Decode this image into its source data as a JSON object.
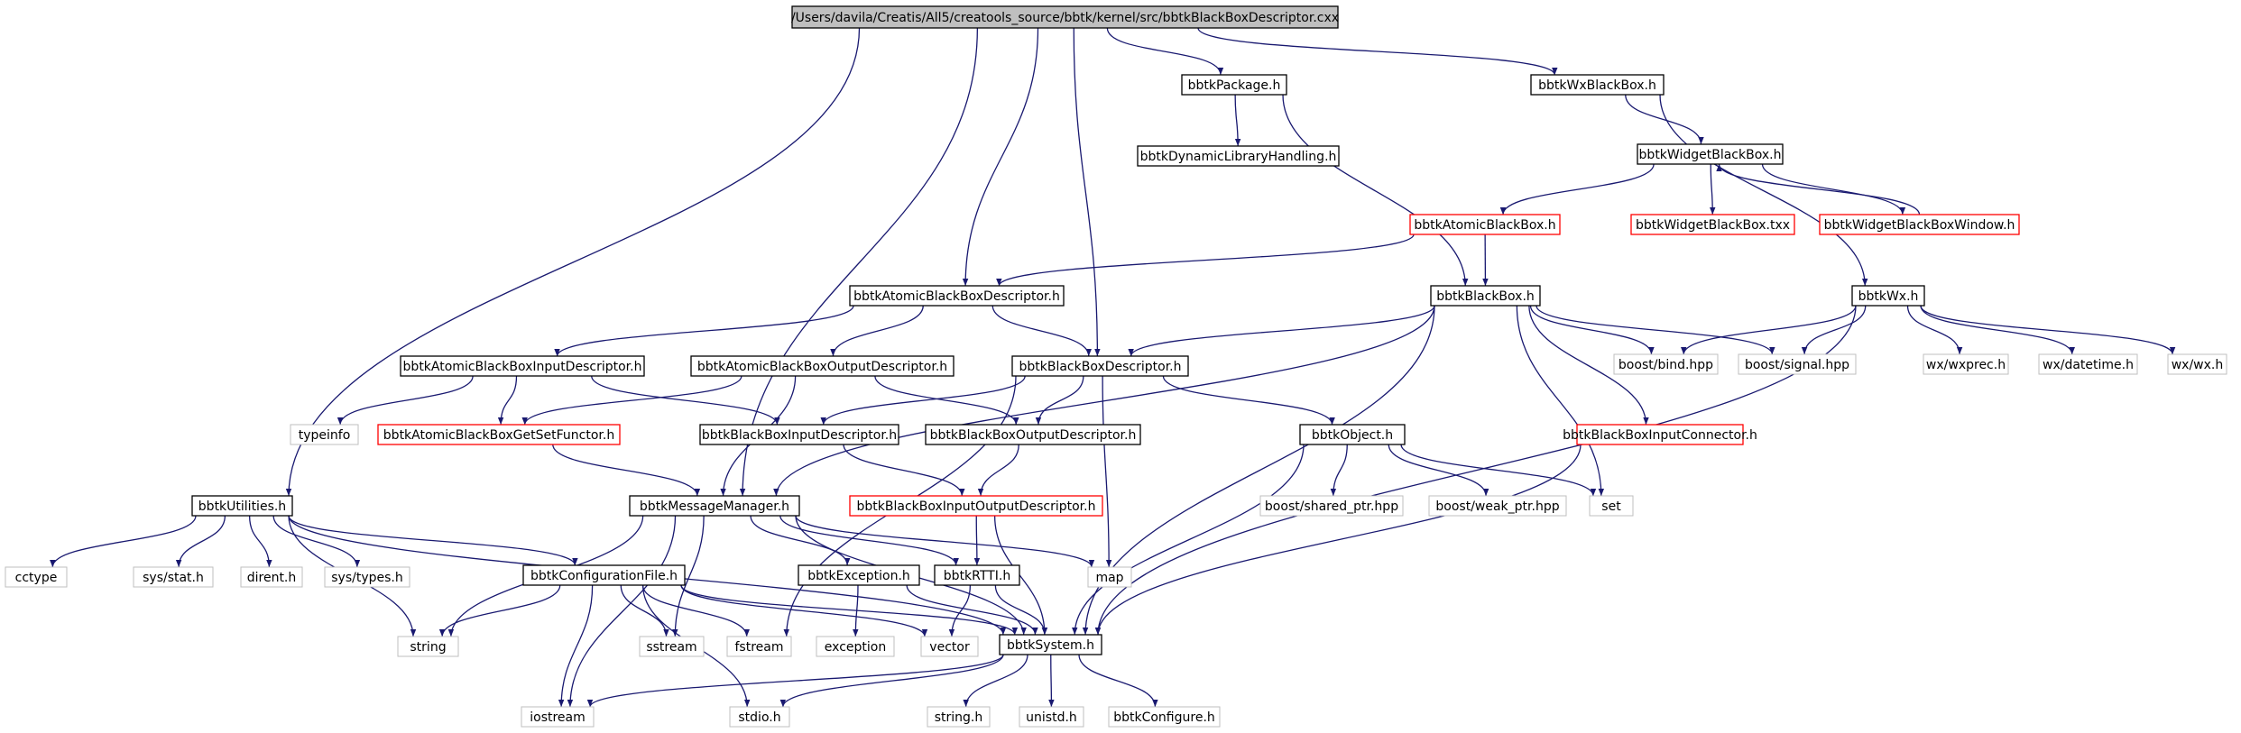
{
  "colors": {
    "edge": "#191970",
    "normal_border": "#000000",
    "red_border": "#ff0000",
    "external_border": "#bfbfbf",
    "root_fill": "#bfbfbf",
    "text": "#000000",
    "external_text": "#000000"
  },
  "nodes": [
    {
      "id": "root",
      "label": "/Users/davila/Creatis/All5/creatools_source/bbtk/kernel/src/bbtkBlackBoxDescriptor.cxx",
      "style": "root"
    },
    {
      "id": "pkg",
      "label": "bbtkPackage.h",
      "style": "normal"
    },
    {
      "id": "wxbb",
      "label": "bbtkWxBlackBox.h",
      "style": "normal"
    },
    {
      "id": "dlh",
      "label": "bbtkDynamicLibraryHandling.h",
      "style": "normal"
    },
    {
      "id": "wbb",
      "label": "bbtkWidgetBlackBox.h",
      "style": "normal"
    },
    {
      "id": "abb",
      "label": "bbtkAtomicBlackBox.h",
      "style": "red"
    },
    {
      "id": "wbbtxx",
      "label": "bbtkWidgetBlackBox.txx",
      "style": "red"
    },
    {
      "id": "wbbw",
      "label": "bbtkWidgetBlackBoxWindow.h",
      "style": "red"
    },
    {
      "id": "abbd",
      "label": "bbtkAtomicBlackBoxDescriptor.h",
      "style": "normal"
    },
    {
      "id": "bb",
      "label": "bbtkBlackBox.h",
      "style": "normal"
    },
    {
      "id": "wx",
      "label": "bbtkWx.h",
      "style": "normal"
    },
    {
      "id": "abbid",
      "label": "bbtkAtomicBlackBoxInputDescriptor.h",
      "style": "normal"
    },
    {
      "id": "abbod",
      "label": "bbtkAtomicBlackBoxOutputDescriptor.h",
      "style": "normal"
    },
    {
      "id": "bbd",
      "label": "bbtkBlackBoxDescriptor.h",
      "style": "normal"
    },
    {
      "id": "bind",
      "label": "boost/bind.hpp",
      "style": "external"
    },
    {
      "id": "signal",
      "label": "boost/signal.hpp",
      "style": "external"
    },
    {
      "id": "wxprec",
      "label": "wx/wxprec.h",
      "style": "external"
    },
    {
      "id": "datetime",
      "label": "wx/datetime.h",
      "style": "external"
    },
    {
      "id": "wxh",
      "label": "wx/wx.h",
      "style": "external"
    },
    {
      "id": "typeinfo",
      "label": "typeinfo",
      "style": "external"
    },
    {
      "id": "gsf",
      "label": "bbtkAtomicBlackBoxGetSetFunctor.h",
      "style": "red"
    },
    {
      "id": "bbid",
      "label": "bbtkBlackBoxInputDescriptor.h",
      "style": "normal"
    },
    {
      "id": "bbod",
      "label": "bbtkBlackBoxOutputDescriptor.h",
      "style": "normal"
    },
    {
      "id": "obj",
      "label": "bbtkObject.h",
      "style": "normal"
    },
    {
      "id": "bbic",
      "label": "bbtkBlackBoxInputConnector.h",
      "style": "red"
    },
    {
      "id": "util",
      "label": "bbtkUtilities.h",
      "style": "normal"
    },
    {
      "id": "mm",
      "label": "bbtkMessageManager.h",
      "style": "normal"
    },
    {
      "id": "bbiod",
      "label": "bbtkBlackBoxInputOutputDescriptor.h",
      "style": "red"
    },
    {
      "id": "shptr",
      "label": "boost/shared_ptr.hpp",
      "style": "external"
    },
    {
      "id": "wkptr",
      "label": "boost/weak_ptr.hpp",
      "style": "external"
    },
    {
      "id": "set",
      "label": "set",
      "style": "external"
    },
    {
      "id": "cctype",
      "label": "cctype",
      "style": "external"
    },
    {
      "id": "sysstat",
      "label": "sys/stat.h",
      "style": "external"
    },
    {
      "id": "dirent",
      "label": "dirent.h",
      "style": "external"
    },
    {
      "id": "systypes",
      "label": "sys/types.h",
      "style": "external"
    },
    {
      "id": "cfg",
      "label": "bbtkConfigurationFile.h",
      "style": "normal"
    },
    {
      "id": "exc",
      "label": "bbtkException.h",
      "style": "normal"
    },
    {
      "id": "rtti",
      "label": "bbtkRTTI.h",
      "style": "normal"
    },
    {
      "id": "map",
      "label": "map",
      "style": "external"
    },
    {
      "id": "string",
      "label": "string",
      "style": "external"
    },
    {
      "id": "sstream",
      "label": "sstream",
      "style": "external"
    },
    {
      "id": "fstream",
      "label": "fstream",
      "style": "external"
    },
    {
      "id": "exception",
      "label": "exception",
      "style": "external"
    },
    {
      "id": "vector",
      "label": "vector",
      "style": "external"
    },
    {
      "id": "sys",
      "label": "bbtkSystem.h",
      "style": "normal"
    },
    {
      "id": "iostream",
      "label": "iostream",
      "style": "external"
    },
    {
      "id": "stdio",
      "label": "stdio.h",
      "style": "external"
    },
    {
      "id": "stringh",
      "label": "string.h",
      "style": "external"
    },
    {
      "id": "unistd",
      "label": "unistd.h",
      "style": "external"
    },
    {
      "id": "bbtkcfg",
      "label": "bbtkConfigure.h",
      "style": "external"
    }
  ],
  "edges": [
    [
      "root",
      "pkg"
    ],
    [
      "root",
      "wxbb"
    ],
    [
      "root",
      "abbd"
    ],
    [
      "root",
      "bbd"
    ],
    [
      "root",
      "util"
    ],
    [
      "root",
      "mm"
    ],
    [
      "pkg",
      "dlh"
    ],
    [
      "pkg",
      "bb"
    ],
    [
      "wxbb",
      "wbb"
    ],
    [
      "wxbb",
      "wx"
    ],
    [
      "wbb",
      "abb"
    ],
    [
      "wbb",
      "wbbtxx"
    ],
    [
      "wbb",
      "wbbw"
    ],
    [
      "wbbw",
      "wbb"
    ],
    [
      "abb",
      "abbd"
    ],
    [
      "abb",
      "bb"
    ],
    [
      "abbd",
      "abbid"
    ],
    [
      "abbd",
      "abbod"
    ],
    [
      "abbd",
      "bbd"
    ],
    [
      "bb",
      "bbd"
    ],
    [
      "bb",
      "bind"
    ],
    [
      "bb",
      "signal"
    ],
    [
      "bb",
      "bbic"
    ],
    [
      "bb",
      "mm"
    ],
    [
      "bb",
      "set"
    ],
    [
      "bb",
      "sys"
    ],
    [
      "wx",
      "bind"
    ],
    [
      "wx",
      "signal"
    ],
    [
      "wx",
      "wxprec"
    ],
    [
      "wx",
      "datetime"
    ],
    [
      "wx",
      "wxh"
    ],
    [
      "wx",
      "sys"
    ],
    [
      "abbid",
      "typeinfo"
    ],
    [
      "abbid",
      "gsf"
    ],
    [
      "abbid",
      "bbid"
    ],
    [
      "abbod",
      "gsf"
    ],
    [
      "abbod",
      "bbod"
    ],
    [
      "abbod",
      "mm"
    ],
    [
      "bbd",
      "bbid"
    ],
    [
      "bbd",
      "bbod"
    ],
    [
      "bbd",
      "obj"
    ],
    [
      "bbd",
      "map"
    ],
    [
      "bbd",
      "fstream"
    ],
    [
      "gsf",
      "mm"
    ],
    [
      "bbid",
      "bbiod"
    ],
    [
      "bbod",
      "bbiod"
    ],
    [
      "bbiod",
      "rtti"
    ],
    [
      "bbiod",
      "sys"
    ],
    [
      "obj",
      "shptr"
    ],
    [
      "obj",
      "wkptr"
    ],
    [
      "obj",
      "set"
    ],
    [
      "obj",
      "sys"
    ],
    [
      "bbic",
      "sys"
    ],
    [
      "util",
      "cctype"
    ],
    [
      "util",
      "sysstat"
    ],
    [
      "util",
      "dirent"
    ],
    [
      "util",
      "systypes"
    ],
    [
      "util",
      "cfg"
    ],
    [
      "util",
      "string"
    ],
    [
      "util",
      "sys"
    ],
    [
      "mm",
      "string"
    ],
    [
      "mm",
      "map"
    ],
    [
      "mm",
      "iostream"
    ],
    [
      "mm",
      "sstream"
    ],
    [
      "mm",
      "exc"
    ],
    [
      "mm",
      "rtti"
    ],
    [
      "mm",
      "sys"
    ],
    [
      "cfg",
      "string"
    ],
    [
      "cfg",
      "iostream"
    ],
    [
      "cfg",
      "sstream"
    ],
    [
      "cfg",
      "fstream"
    ],
    [
      "cfg",
      "vector"
    ],
    [
      "cfg",
      "stdio"
    ],
    [
      "cfg",
      "sys"
    ],
    [
      "exc",
      "exception"
    ],
    [
      "exc",
      "sys"
    ],
    [
      "rtti",
      "vector"
    ],
    [
      "rtti",
      "sys"
    ],
    [
      "sys",
      "iostream"
    ],
    [
      "sys",
      "stdio"
    ],
    [
      "sys",
      "stringh"
    ],
    [
      "sys",
      "unistd"
    ],
    [
      "sys",
      "bbtkcfg"
    ]
  ]
}
